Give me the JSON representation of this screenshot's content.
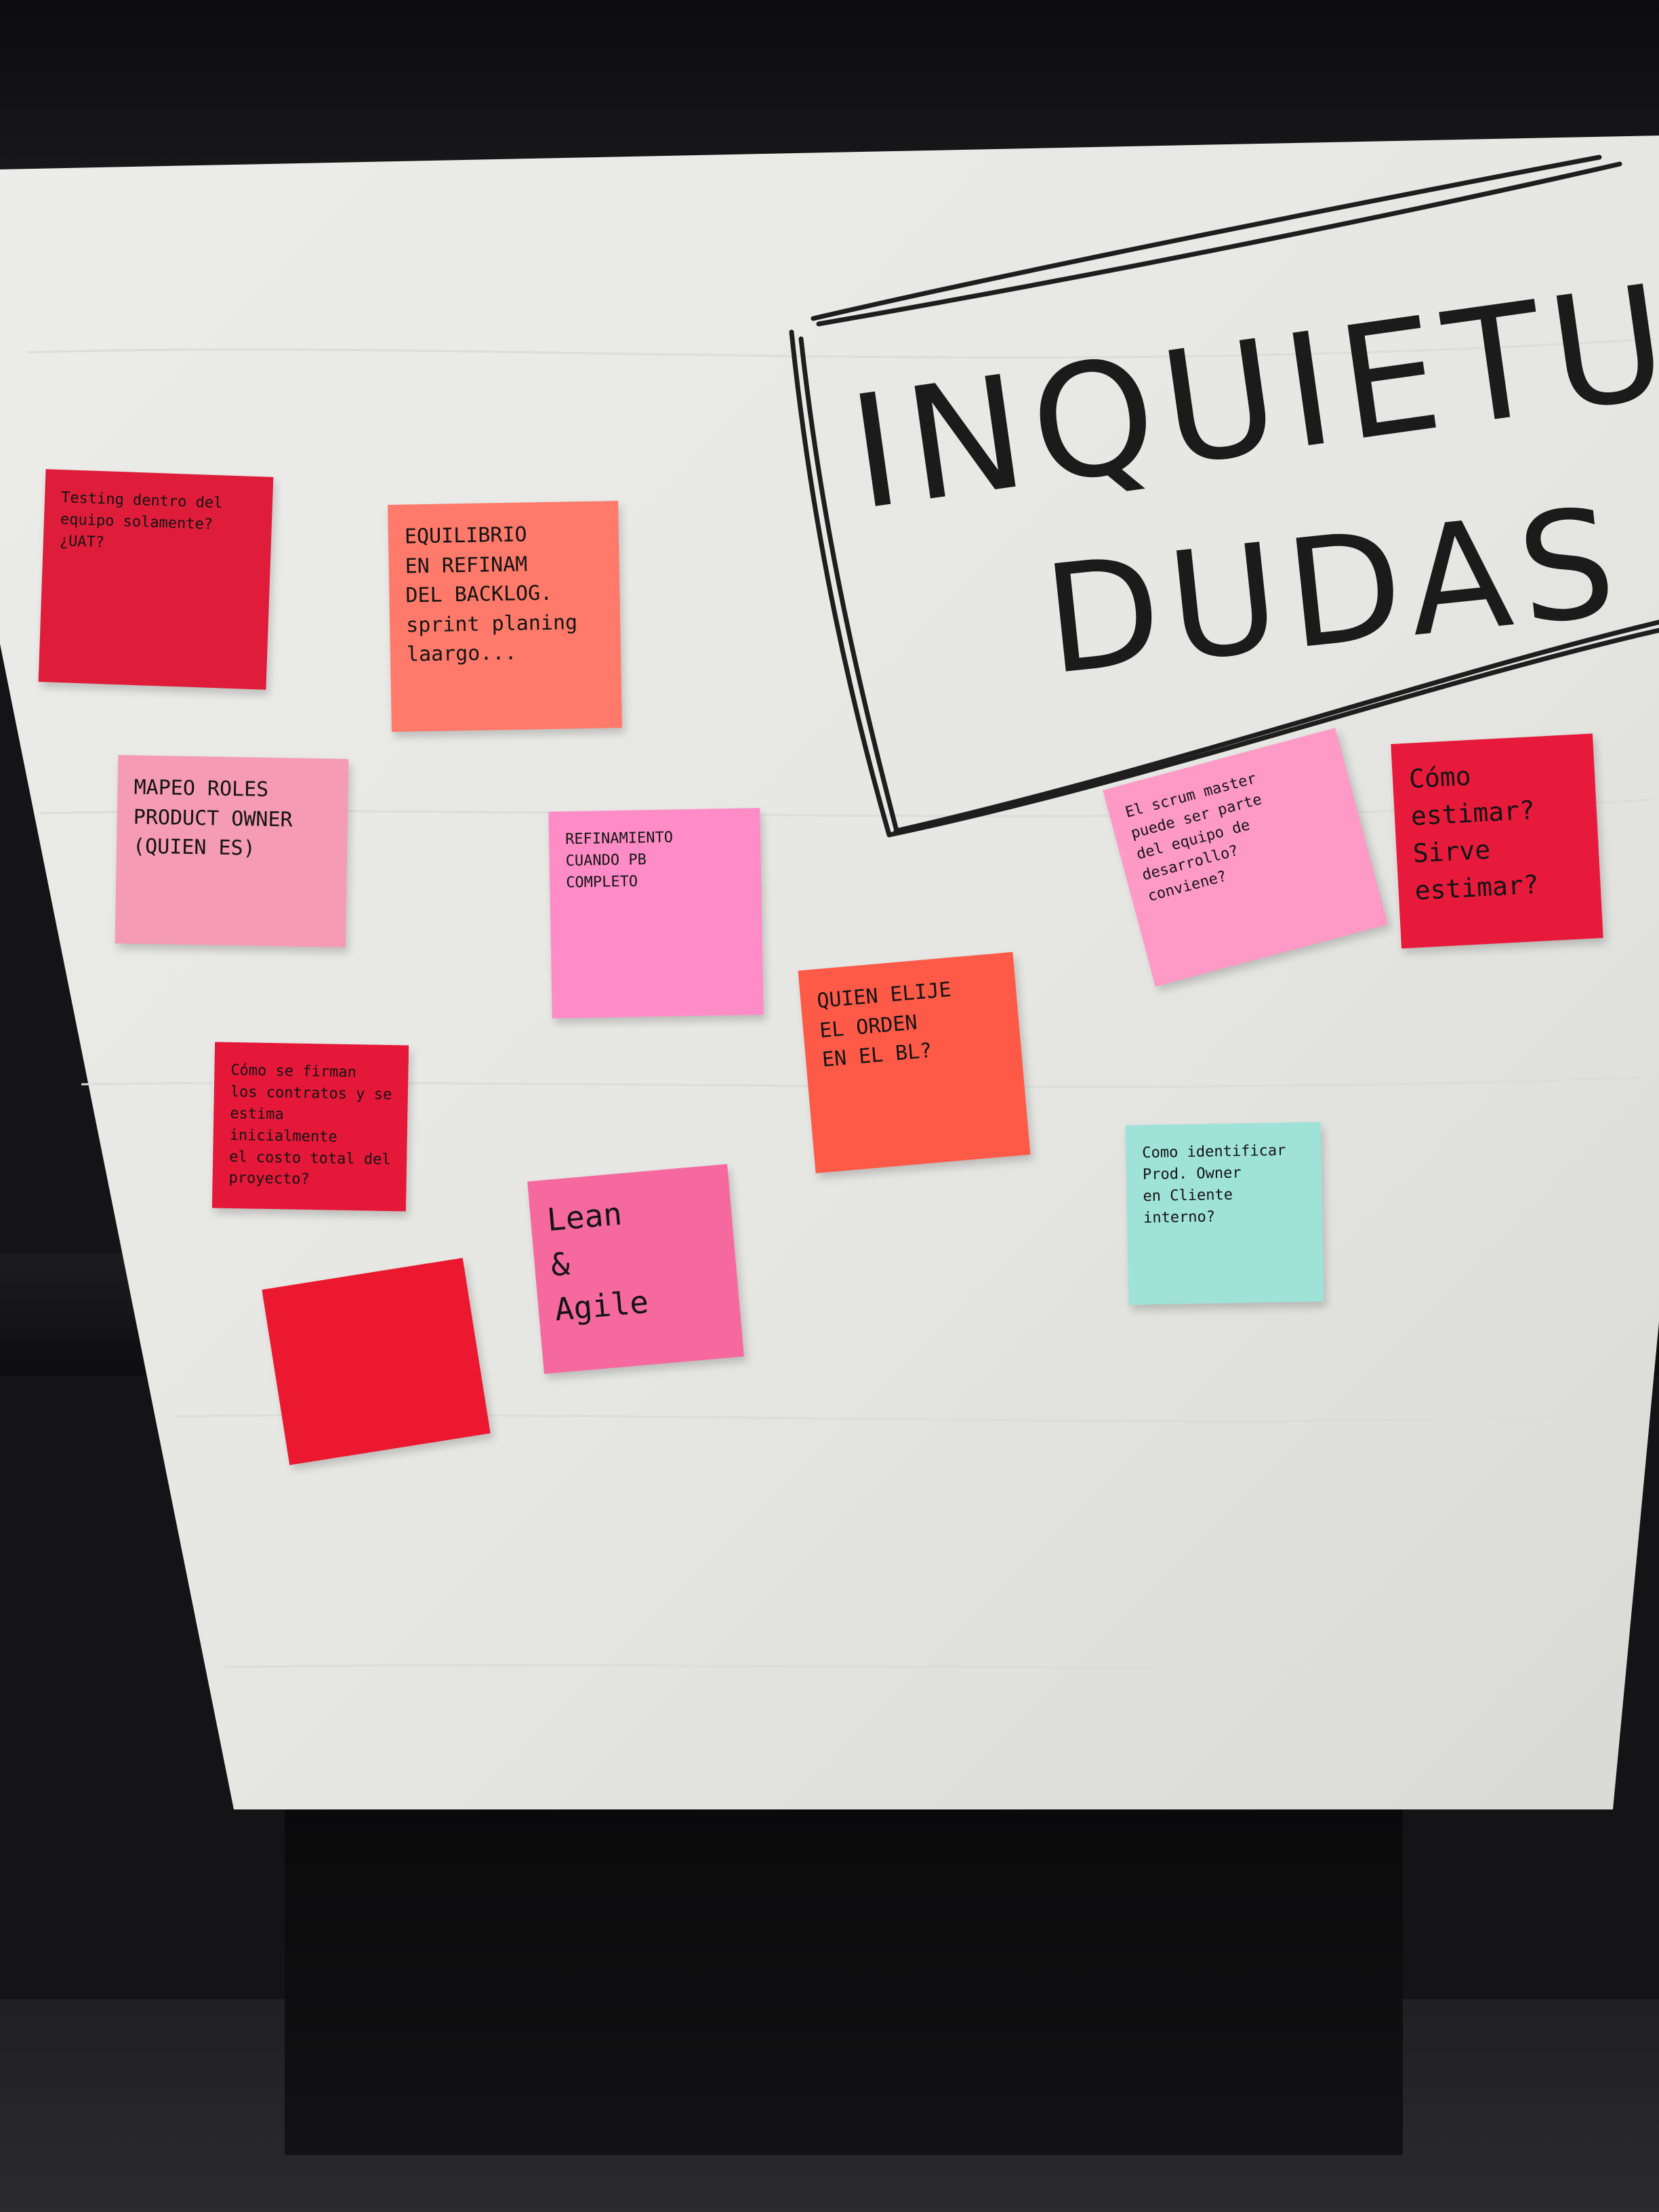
{
  "board": {
    "title_line1": "INQUIETUDES",
    "title_line2": "DUDAS"
  },
  "notes": {
    "testing": "Testing dentro del equipo solamente?\n¿UAT?",
    "equilibrio": "EQUILIBRIO\nEN REFINAM\nDEL BACKLOG.\nsprint planing\nlaargo...",
    "mapeo": "MAPEO ROLES\nPRODUCT OWNER\n(QUIEN ES)",
    "refinamiento": "REFINAMIENTO\nCUANDO PB\nCOMPLETO",
    "quien_elije": "QUIEN ELIJE\nEL ORDEN\nEN EL BL?",
    "scrum_master": "El scrum master\npuede ser parte\ndel equipo de\ndesarrollo?\nconviene?",
    "como_estimar": "Cómo\nestimar?\nSirve\nestimar?",
    "contratos": "Cómo se firman\nlos contratos y se\nestima inicialmente\nel costo total del\nproyecto?",
    "lean": "Lean\n&\nAgile",
    "prod_owner": "Como identificar\nProd. Owner\nen Cliente\ninterno?"
  },
  "colors": {
    "paper": "#ededeb",
    "ink": "#1b1b1b",
    "note_red": "#df1d3a",
    "note_salmon": "#ff7a6a",
    "note_pink": "#f59bb3",
    "note_hotpink": "#ff8cc7",
    "note_orange_red": "#ff5a48",
    "note_aqua": "#9fe2d8"
  }
}
